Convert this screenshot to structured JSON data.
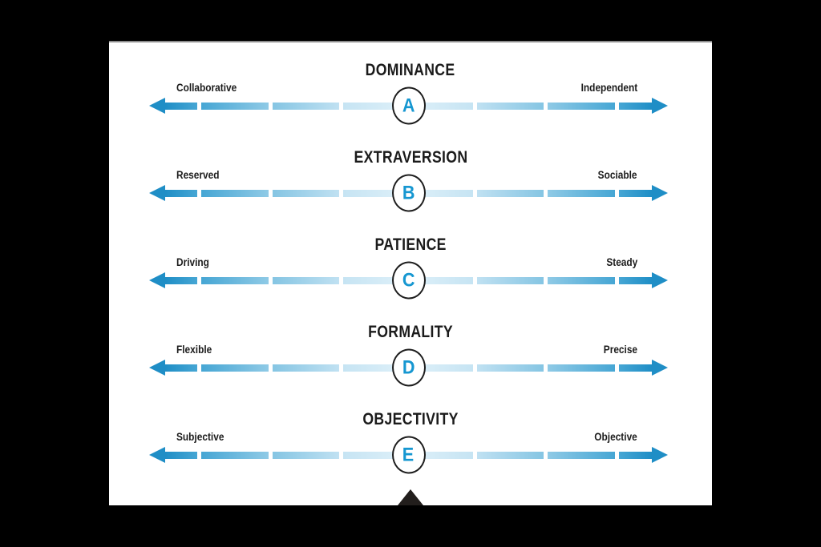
{
  "page": {
    "background_color": "#000000",
    "card_background_color": "#ffffff",
    "card_top_edge_color": "#8c8c8c"
  },
  "colors": {
    "arrow_dark_blue": "#1f8ec6",
    "arrow_mid_blue": "#8fcae6",
    "arrow_light_blue": "#daeef8",
    "marker_letter_blue": "#1697d1",
    "text_black": "#1b1b1b",
    "pointer_black": "#221e1c"
  },
  "icons": {
    "left_arrowhead": "arrow-left",
    "right_arrowhead": "arrow-right",
    "bottom_pointer": "triangle-up"
  },
  "scales": [
    {
      "title": "DOMINANCE",
      "left_label": "Collaborative",
      "right_label": "Independent",
      "marker": "A"
    },
    {
      "title": "EXTRAVERSION",
      "left_label": "Reserved",
      "right_label": "Sociable",
      "marker": "B"
    },
    {
      "title": "PATIENCE",
      "left_label": "Driving",
      "right_label": "Steady",
      "marker": "C"
    },
    {
      "title": "FORMALITY",
      "left_label": "Flexible",
      "right_label": "Precise",
      "marker": "D"
    },
    {
      "title": "OBJECTIVITY",
      "left_label": "Subjective",
      "right_label": "Objective",
      "marker": "E"
    }
  ]
}
